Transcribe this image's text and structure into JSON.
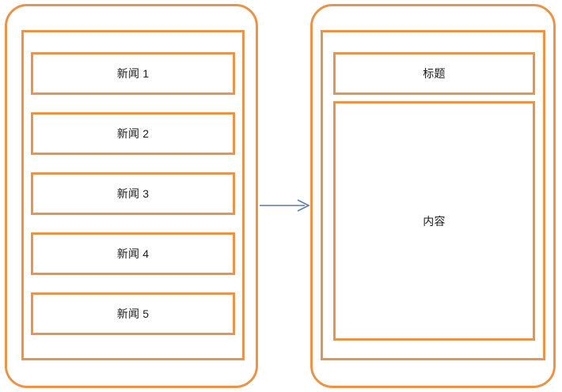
{
  "diagram": {
    "type": "flow",
    "title": "",
    "colors": {
      "box_border": "#E8944A",
      "arrow": "#5B7CA5",
      "text": "#1A1A1A",
      "background": "#FFFFFF"
    },
    "left_panel": {
      "name": "news-list-screen",
      "items": [
        {
          "label": "新闻 1"
        },
        {
          "label": "新闻 2"
        },
        {
          "label": "新闻 3"
        },
        {
          "label": "新闻 4"
        },
        {
          "label": "新闻 5"
        }
      ]
    },
    "right_panel": {
      "name": "news-detail-screen",
      "title_label": "标题",
      "content_label": "内容"
    },
    "connector": {
      "name": "flow-arrow",
      "from": "news-list-screen",
      "to": "news-detail-screen",
      "direction": "right",
      "label": ""
    }
  }
}
